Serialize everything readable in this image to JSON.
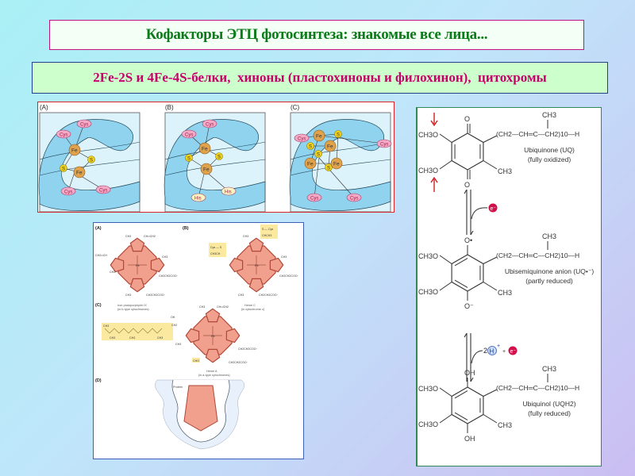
{
  "slide": {
    "title": "Кофакторы ЭТЦ фотосинтеза: знакомые все лица...",
    "subtitle": "2Fe-2S и 4Fe-4S-белки,  хиноны (пластохиноны и филохинон),  цитохромы"
  },
  "fes_figure": {
    "panels": [
      {
        "label": "(A)",
        "iron": "Fe",
        "sulfur": "S",
        "ligand": "Cys",
        "alt_ligand": "Cys"
      },
      {
        "label": "(B)",
        "iron": "Fe",
        "sulfur": "S",
        "ligand": "Cys",
        "alt_ligand": "His"
      },
      {
        "label": "(C)",
        "iron": "Fe",
        "sulfur": "S",
        "ligand": "Cys",
        "alt_ligand": "Cys"
      }
    ],
    "colors": {
      "iron": "#e0a24a",
      "sulfur": "#f2d21a",
      "cys": "#f4a9c4",
      "his": "#fbf3c0",
      "ribbon": "#8fd3ee"
    }
  },
  "cytochrome_figure": {
    "panel_labels": [
      "(A)",
      "(B)",
      "(C)",
      "(D)"
    ],
    "heme_b": {
      "caption1": "Iron protoporphyrin IX",
      "caption2": "(in b-type cytochromes)",
      "groups": [
        "CH3",
        "CH═CH2",
        "CH2═CH",
        "CH3",
        "CH3",
        "CH2CH2COO⁻",
        "CH3",
        "CH2CH2COO⁻"
      ]
    },
    "heme_c": {
      "caption1": "Heme C",
      "caption2": "(in cytochrome c)",
      "groups": [
        "S — Cys",
        "CHCH3",
        "Cys — S",
        "CH3CH",
        "CH3",
        "CH3",
        "CH2CH2COO⁻",
        "CH3",
        "CH2CH2COO⁻"
      ]
    },
    "heme_a": {
      "caption1": "Heme A",
      "caption2": "(in a-type cytochromes)",
      "groups": [
        "CH3",
        "CH═CH2",
        "OH",
        "CH2",
        "CH3",
        "CH3",
        "CH3",
        "CH3",
        "CH3",
        "CH2CH2COO⁻",
        "CHO",
        "CH2CH2COO⁻"
      ]
    },
    "protein_label": "Protein",
    "center_atoms": {
      "iron": "Fe",
      "nitrogen": "N"
    },
    "colors": {
      "porphyrin": "#f0a08c",
      "highlight": "#fbe9a0"
    }
  },
  "ubiquinone_figure": {
    "molecules": [
      {
        "top": "O",
        "bottom": "O",
        "methoxy": "CH3O",
        "methyl": "CH3",
        "chain": "(CH2—CH═C—CH2)10—H",
        "chain_methyl": "CH3",
        "name": "Ubiquinone (UQ)",
        "state": "(fully oxidized)",
        "quinone": true
      },
      {
        "top": "O•",
        "bottom": "O⁻",
        "methoxy": "CH3O",
        "methyl": "CH3",
        "chain": "(CH2—CH═C—CH2)10—H",
        "chain_methyl": "CH3",
        "name": "Ubisemiquinone anion (UQ•⁻)",
        "state": "(partly reduced)",
        "quinone": false
      },
      {
        "top": "OH",
        "bottom": "OH",
        "methoxy": "CH3O",
        "methyl": "CH3",
        "chain": "(CH2—CH═C—CH2)10—H",
        "chain_methyl": "CH3",
        "name": "Ubiquinol (UQH2)",
        "state": "(fully reduced)",
        "quinone": false
      }
    ],
    "step1": {
      "electron": "e⁻"
    },
    "step2": {
      "protons_coeff": "2",
      "proton": "H",
      "proton_charge": "+",
      "plus": "+",
      "electron": "e⁻"
    },
    "colors": {
      "electron": "#d0104a",
      "proton": "#c8dcff",
      "marker_arrow": "#d01010"
    }
  }
}
